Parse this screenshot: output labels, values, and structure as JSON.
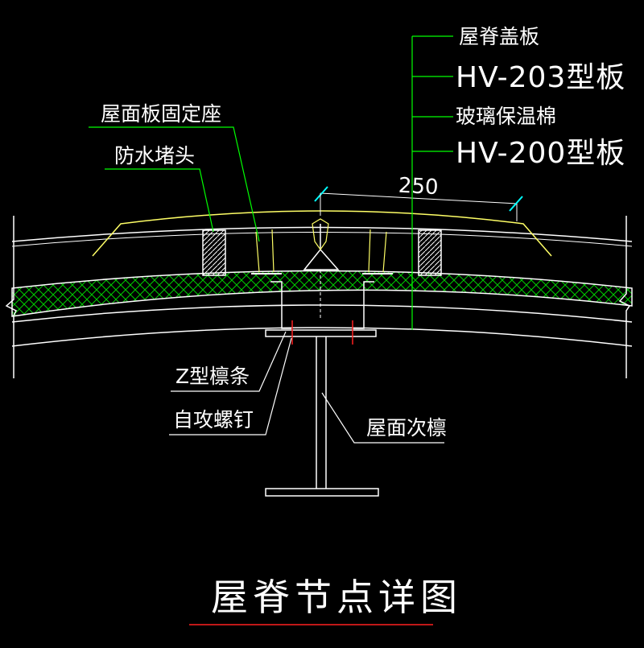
{
  "title": "屋脊节点详图",
  "dimension": "250",
  "labels": {
    "ridge_cap": "屋脊盖板",
    "hv203": "HV-203型板",
    "insulation": "玻璃保温棉",
    "hv200": "HV-200型板",
    "fixing_seat": "屋面板固定座",
    "waterproof_plug": "防水堵头",
    "z_purlin": "Z型檩条",
    "self_tapping_screw": "自攻螺钉",
    "secondary_purlin": "屋面次檩"
  },
  "colors": {
    "background": "#000000",
    "line": "#ffffff",
    "leader": "#00ff00",
    "yellow": "#ffff66",
    "cyan": "#00ffff",
    "hatch": "#00cc00",
    "red": "#ff2020"
  }
}
